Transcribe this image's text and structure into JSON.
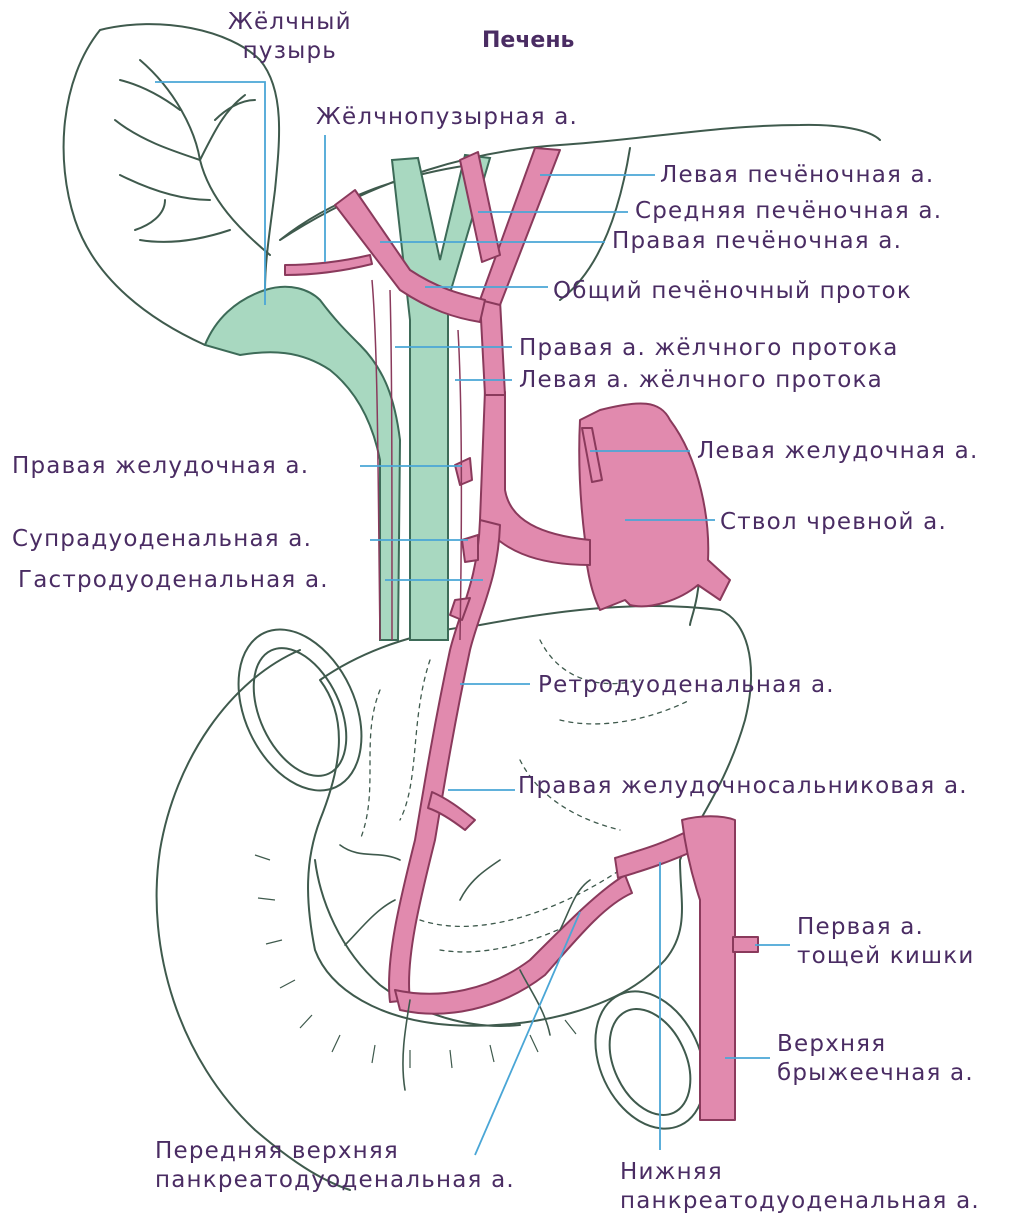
{
  "diagram": {
    "title": "Печень",
    "colors": {
      "artery": "#e18aae",
      "artery_stroke": "#8a3a5c",
      "duct": "#a8d8c0",
      "duct_stroke": "#3d6b58",
      "outline": "#3f5a4d",
      "leader": "#4aa6d6",
      "text": "#4a2c63"
    },
    "labels": {
      "gallbladder": [
        "Жёлчный",
        "пузырь"
      ],
      "cystic": "Жёлчнопузырная  а.",
      "left_hepatic": "Левая печёночная а.",
      "middle_hepatic": "Средняя печёночная а.",
      "right_hepatic": "Правая печёночная а.",
      "common_hepatic_duct": "Общий печёночный проток",
      "right_bile_duct_a": "Правая а. жёлчного протока",
      "left_bile_duct_a": "Левая а. жёлчного протока",
      "left_gastric": "Левая желудочная а.",
      "right_gastric": "Правая желудочная а.",
      "celiac_trunk": "Ствол чревной а.",
      "supraduodenal": "Супрадуоденальная а.",
      "gastroduodenal": "Гастродуоденальная а.",
      "retroduodenal": "Ретродуоденальная а.",
      "right_gastroepiploic": "Правая желудочносальниковая а.",
      "first_jejunal": [
        "Первая а.",
        "тощей кишки"
      ],
      "superior_mesenteric": [
        "Верхняя",
        "брыжеечная а."
      ],
      "anterior_superior_pd": [
        "Передняя верхняя",
        "панкреатодуоденальная а."
      ],
      "inferior_pd": [
        "Нижняя",
        "панкреатодуоденальная а."
      ]
    }
  }
}
